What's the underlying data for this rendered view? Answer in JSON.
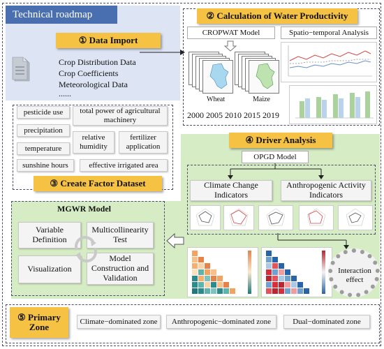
{
  "title": "Technical roadmap",
  "data_import": {
    "heading": "① Data Import",
    "items": [
      "Crop Distribution Data",
      "Crop Coefficients",
      "Meteorological Data",
      "......"
    ]
  },
  "water_productivity": {
    "heading": "② Calculation of Water Productivity",
    "model_label": "CROPWAT Model",
    "spatio_label": "Spatio−temporal Analysis",
    "crop_labels": [
      "Wheat",
      "Maize"
    ],
    "years_label": "2000 2005 2010 2015 2019"
  },
  "factor_dataset": {
    "heading": "③ Create Factor Dataset",
    "factors": {
      "pesticide": "pesticide use",
      "power": "total power of agricultural machinery",
      "precipitation": "precipitation",
      "temperature": "temperature",
      "humidity": "relative humidity",
      "fertilizer": "fertilizer application",
      "sunshine": "sunshine hours",
      "irrigated": "effective irrigated area"
    }
  },
  "driver_analysis": {
    "heading": "④ Driver Analysis",
    "opgd_label": "OPGD Model",
    "climate_label": "Climate Change Indicators",
    "anthro_label": "Anthropogenic Activity Indicators",
    "interaction_label": "Interaction effect"
  },
  "mgwr": {
    "title": "MGWR  Model",
    "steps": {
      "variable": "Variable Definition",
      "multicollinearity": "Multicollinearity Test",
      "visualization": "Visualization",
      "construction": "Model Construction and Validation"
    }
  },
  "primary_zone": {
    "heading": "⑤ Primary Zone",
    "zones": [
      "Climate−dominated zone",
      "Anthropogenic−dominated zone",
      "Dual−dominated zone"
    ]
  },
  "colors": {
    "title_tab": "#4a6fb0",
    "heading_yellow": "#f5c243",
    "import_bg": "#dde4f4",
    "driver_bg": "#d6ecc4",
    "box_grey": "#f4f4f4"
  }
}
